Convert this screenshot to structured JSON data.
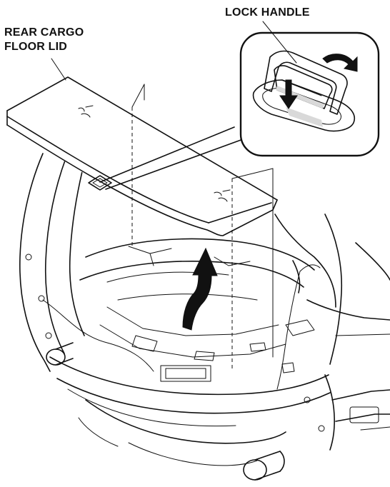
{
  "labels": {
    "lid_line1": "REAR CARGO",
    "lid_line2": "FLOOR LID",
    "handle": "LOCK HANDLE"
  },
  "colors": {
    "ink": "#111111",
    "background": "#ffffff",
    "shade": "#d9d9d9"
  },
  "icons": {
    "lift_arrow": "up-arrow-icon",
    "rotate_arrow": "rotate-arrow-icon",
    "push_arrow": "down-arrow-icon"
  }
}
